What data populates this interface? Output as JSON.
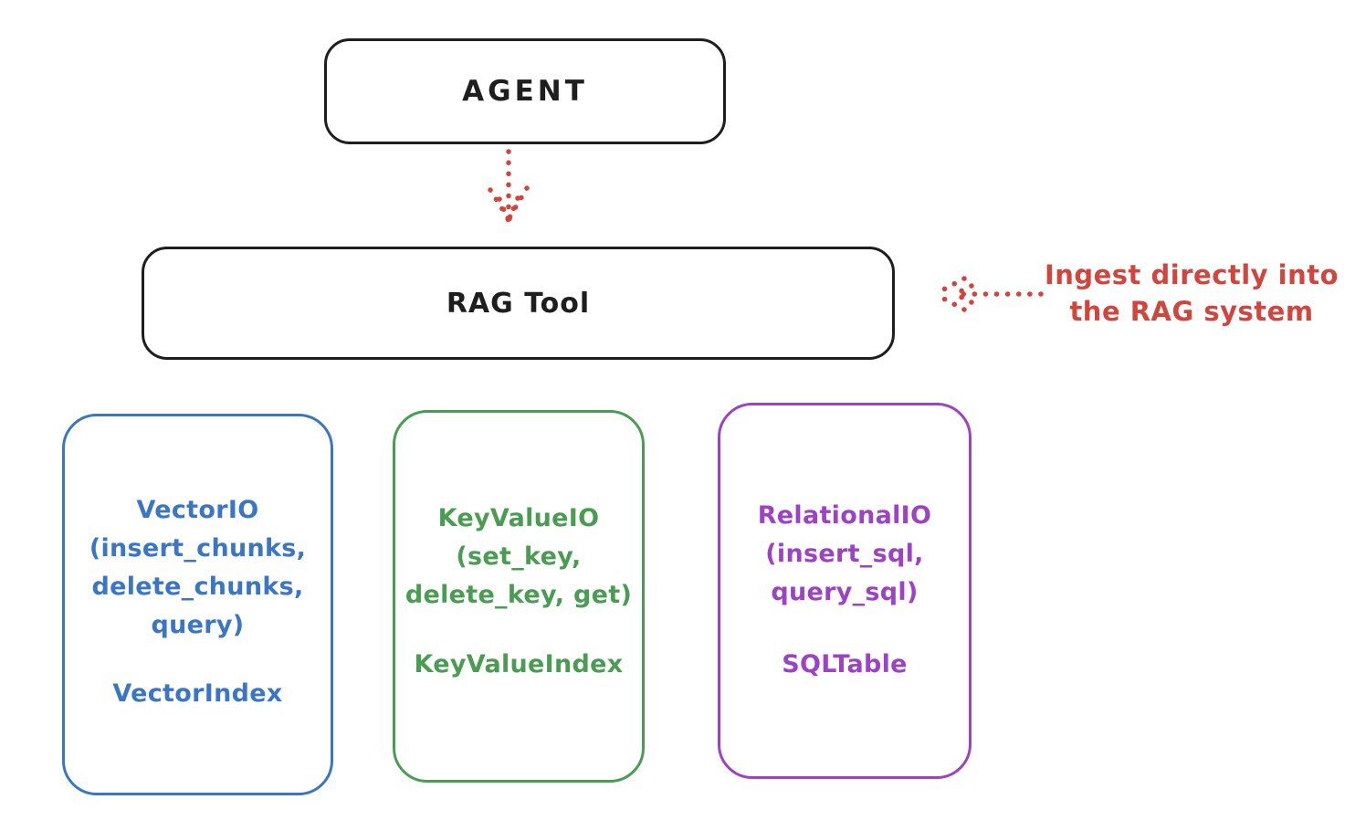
{
  "diagram": {
    "background_color": "#ffffff",
    "ink_color": "#1e1e1e",
    "accent_red": "#d0453e",
    "agent_box": {
      "label": "AGENT"
    },
    "rag_tool_box": {
      "label": "RAG Tool"
    },
    "agent_to_rag_arrow": {
      "style": "dotted",
      "direction": "down",
      "color": "#d0453e"
    },
    "ingest_arrow": {
      "style": "dotted",
      "direction": "left",
      "color": "#d0453e"
    },
    "ingest_annotation": {
      "line1": "Ingest directly into",
      "line2": "the RAG system",
      "color": "#d0453e"
    },
    "io_cards": [
      {
        "name": "vector-io",
        "color": "#3b76c4",
        "title_lines": [
          "VectorIO",
          "(insert_chunks,",
          "delete_chunks,",
          "query)"
        ],
        "index_label": "VectorIndex"
      },
      {
        "name": "keyvalue-io",
        "color": "#4a9c52",
        "title_lines": [
          "KeyValueIO",
          "(set_key,",
          "delete_key, get)"
        ],
        "index_label": "KeyValueIndex"
      },
      {
        "name": "relational-io",
        "color": "#9c42c4",
        "title_lines": [
          "RelationalIO",
          "(insert_sql,",
          "query_sql)"
        ],
        "index_label": "SQLTable"
      }
    ]
  }
}
